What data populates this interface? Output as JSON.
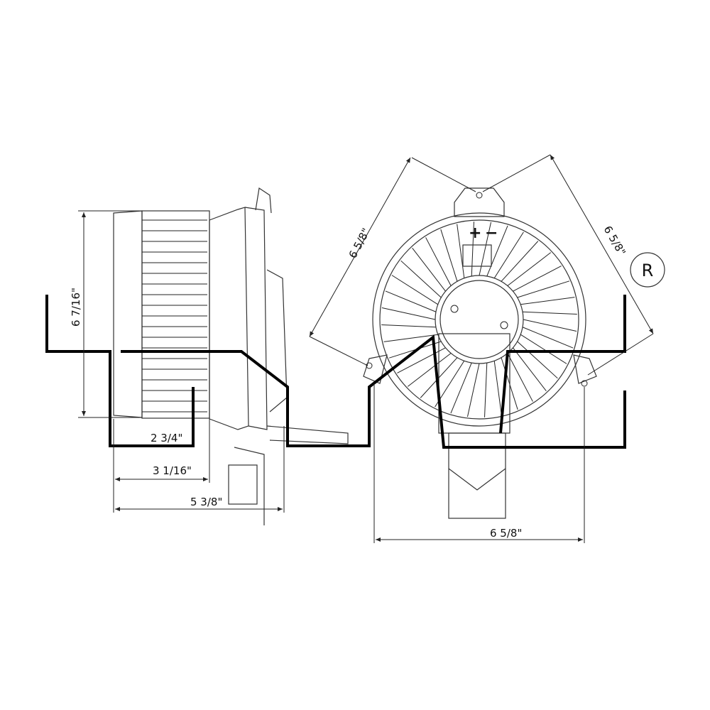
{
  "drawing": {
    "dimensions": {
      "height_side": "6 7/16\"",
      "depth_wheel": "2 3/4\"",
      "depth_body": "3 1/16\"",
      "depth_total": "5 3/8\"",
      "width_front": "6 5/8\"",
      "diag_left": "6 5/8\"",
      "diag_right": "6 5/8\""
    },
    "connector_polarity": {
      "plus": "+",
      "minus": "−"
    },
    "rotation_symbol": "R",
    "colors": {
      "line": "#000000",
      "background": "#ffffff"
    }
  }
}
